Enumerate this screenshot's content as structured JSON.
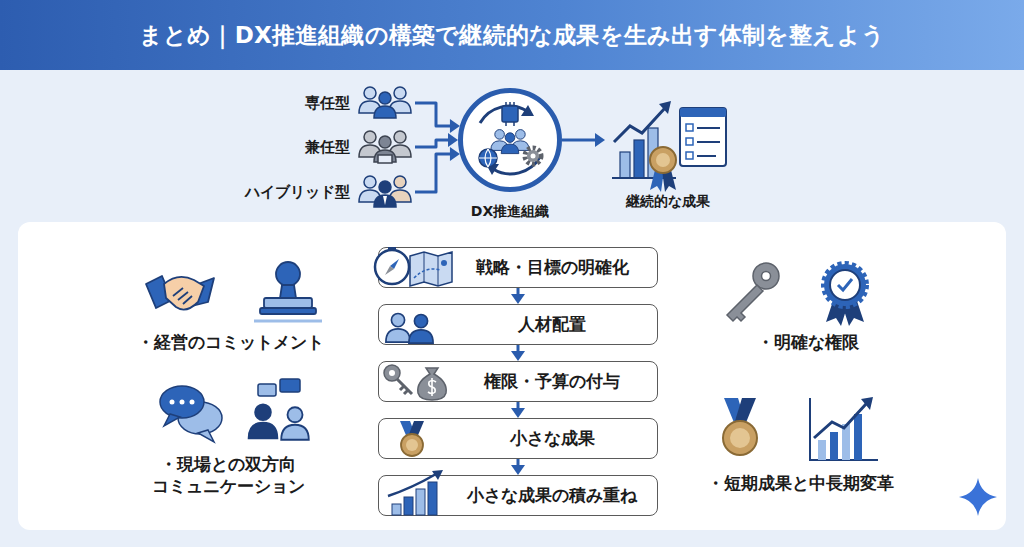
{
  "diagram": {
    "title": "まとめ｜DX推進組織の構築で継続的な成果を生み出す体制を整えよう",
    "nodes": [
      {
        "text": [
          "専任型"
        ]
      },
      {
        "text": [
          "兼任型"
        ]
      },
      {
        "text": [
          "ハイブリッド型"
        ]
      },
      {
        "text": [
          "DX推進組織"
        ]
      },
      {
        "text": [
          "継続的な成果"
        ]
      },
      {
        "text": [
          "戦略・目標の明確化"
        ]
      },
      {
        "text": [
          "人材配置"
        ]
      },
      {
        "text": [
          "権限・予算の付与"
        ]
      },
      {
        "text": [
          "小さな成果"
        ]
      },
      {
        "text": [
          "小さな成果の積み重ね"
        ]
      }
    ],
    "edges": [
      {
        "from": 0,
        "to": 3,
        "arrow": "to"
      },
      {
        "from": 1,
        "to": 3,
        "arrow": "to"
      },
      {
        "from": 2,
        "to": 3,
        "arrow": "to"
      },
      {
        "from": 3,
        "to": 4,
        "arrow": "to"
      },
      {
        "from": 5,
        "to": 6,
        "arrow": "to"
      },
      {
        "from": 6,
        "to": 7,
        "arrow": "to"
      },
      {
        "from": 7,
        "to": 8,
        "arrow": "to"
      },
      {
        "from": 8,
        "to": 9,
        "arrow": "to"
      }
    ],
    "labels": [
      "・経営のコミットメント",
      "・現場との双方向 コミュニケーション",
      "・明確な権限",
      "・短期成果と中長期変革"
    ]
  }
}
